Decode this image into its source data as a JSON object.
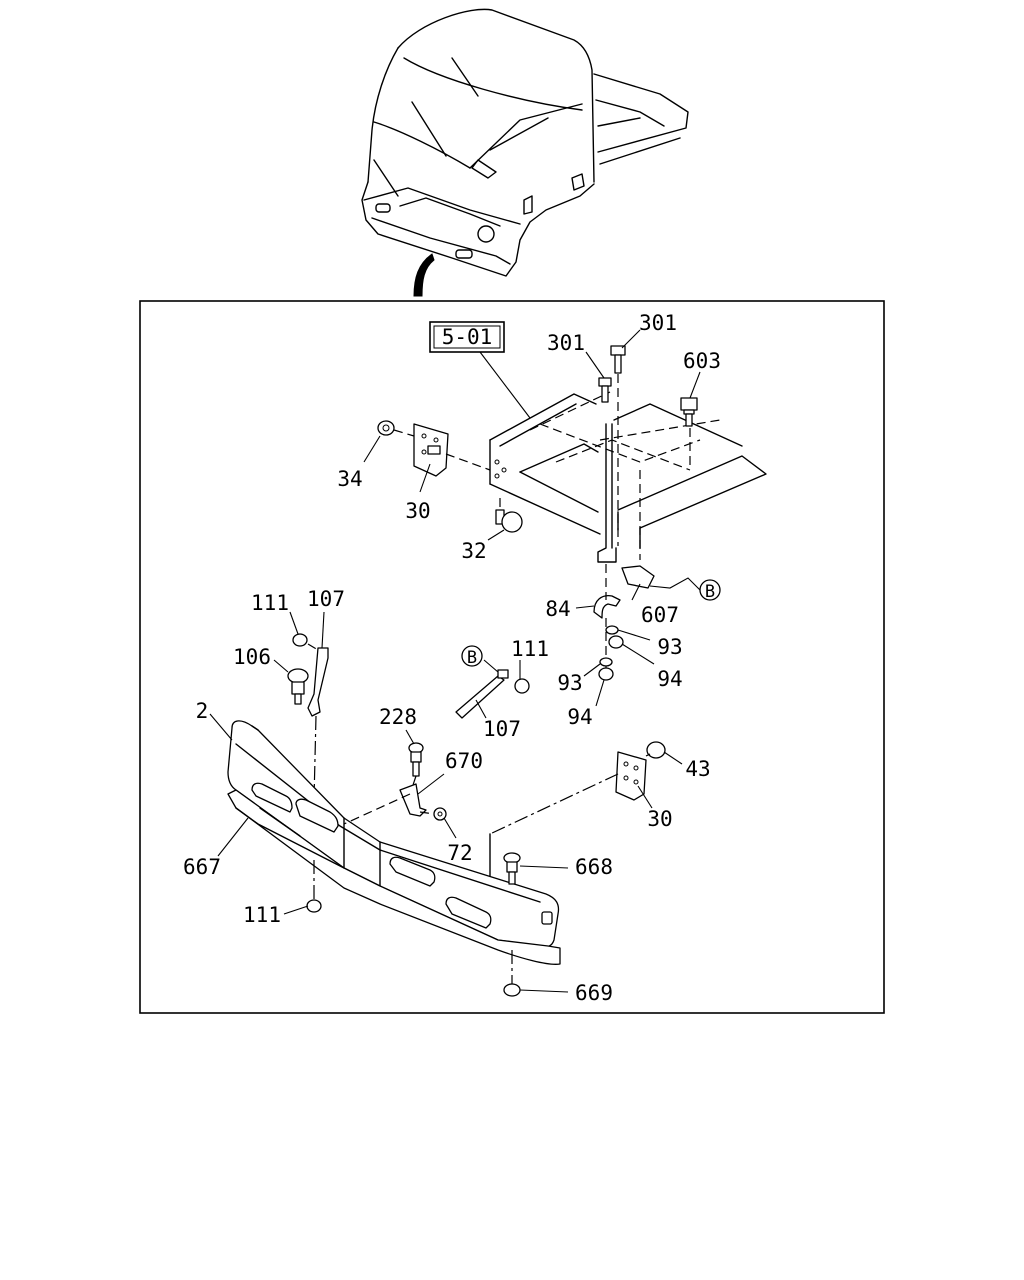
{
  "reference_box": "5-01",
  "callouts": {
    "c301a": "301",
    "c301b": "301",
    "c603": "603",
    "c34": "34",
    "c30a": "30",
    "c32": "32",
    "c84": "84",
    "c607": "607",
    "cB1": "B",
    "c93a": "93",
    "c94a": "94",
    "c93b": "93",
    "c94b": "94",
    "c111a": "111",
    "c107a": "107",
    "c106": "106",
    "cB2": "B",
    "c111b": "111",
    "c107b": "107",
    "c2": "2",
    "c228": "228",
    "c670": "670",
    "c43": "43",
    "c30b": "30",
    "c72": "72",
    "c667": "667",
    "c668": "668",
    "c111c": "111",
    "c669": "669"
  }
}
